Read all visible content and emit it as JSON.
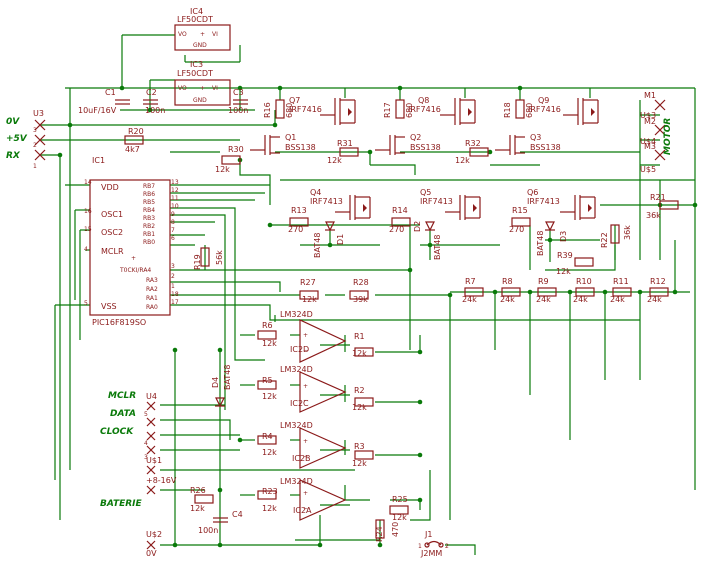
{
  "parts": {
    "ic4_ref": "IC4",
    "ic4_type": "LF50CDT",
    "ic3_ref": "IC3",
    "ic3_type": "LF50CDT",
    "c1_ref": "C1",
    "c1_value": "10uF/16V",
    "c2_ref": "C2",
    "c2_value": "100n",
    "c3_ref": "C3",
    "c3_value": "100n",
    "c4_ref": "C4",
    "c4_value": "100n",
    "r16_ref": "R16",
    "r16_value": "680",
    "r17_ref": "R17",
    "r17_value": "680",
    "r18_ref": "R18",
    "r18_value": "680",
    "q7_ref": "Q7",
    "q7_type": "IRF7416",
    "q8_ref": "Q8",
    "q8_type": "IRF7416",
    "q9_ref": "Q9",
    "q9_type": "IRF7416",
    "q1_ref": "Q1",
    "q1_type": "BSS138",
    "q2_ref": "Q2",
    "q2_type": "BSS138",
    "q3_ref": "Q3",
    "q3_type": "BSS138",
    "r30_ref": "R30",
    "r30_value": "12k",
    "r31_ref": "R31",
    "r31_value": "12k",
    "r32_ref": "R32",
    "r32_value": "12k",
    "r20_ref": "R20",
    "r20_value": "4k7",
    "q4_ref": "Q4",
    "q4_type": "IRF7413",
    "q5_ref": "Q5",
    "q5_type": "IRF7413",
    "q6_ref": "Q6",
    "q6_type": "IRF7413",
    "r13_ref": "R13",
    "r13_value": "270",
    "r14_ref": "R14",
    "r14_value": "270",
    "r15_ref": "R15",
    "r15_value": "270",
    "d1_ref": "D1",
    "d1_type": "BAT48",
    "d2_ref": "D2",
    "d2_type": "BAT48",
    "d3_ref": "D3",
    "d3_type": "BAT48",
    "d4_ref": "D4",
    "d4_type": "BAT48",
    "r22_ref": "R22",
    "r22_value": "36k",
    "r21_ref": "R21",
    "r21_value": "36k",
    "r39_ref": "R39",
    "r39_value": "12k",
    "ic1_ref": "IC1",
    "ic1_type": "PIC16F819SO",
    "r19_ref": "R19",
    "r19_value": "56k",
    "r27_ref": "R27",
    "r27_value": "12k",
    "r28_ref": "R28",
    "r28_value": "39k",
    "r7_ref": "R7",
    "r7_value": "24k",
    "r8_ref": "R8",
    "r8_value": "24k",
    "r9_ref": "R9",
    "r9_value": "24k",
    "r10_ref": "R10",
    "r10_value": "24k",
    "r11_ref": "R11",
    "r11_value": "24k",
    "r12_ref": "R12",
    "r12_value": "24k",
    "ic2d_ref": "IC2D",
    "ic2d_type": "LM324D",
    "ic2c_ref": "IC2C",
    "ic2c_type": "LM324D",
    "ic2b_ref": "IC2B",
    "ic2b_type": "LM324D",
    "ic2a_ref": "IC2A",
    "ic2a_type": "LM324D",
    "r6_ref": "R6",
    "r6_value": "12k",
    "r5_ref": "R5",
    "r5_value": "12k",
    "r4_ref": "R4",
    "r4_value": "12k",
    "r23_ref": "R23",
    "r23_value": "12k",
    "r1_ref": "R1",
    "r1_value": "12k",
    "r2_ref": "R2",
    "r2_value": "12k",
    "r3_ref": "R3",
    "r3_value": "12k",
    "r25_ref": "R25",
    "r25_value": "12k",
    "r24_ref": "R24",
    "r24_value": "470",
    "r26_ref": "R26",
    "r26_value": "12k",
    "j1_ref": "J1",
    "j1_type": "J2MM"
  },
  "connectors": {
    "u3_ref": "U3",
    "m1": "M1",
    "m2": "M2",
    "m3": "M3",
    "u3_3": "U$3",
    "u4_4": "U$4",
    "u5_5": "U$5",
    "u4_ref": "U4",
    "us1_ref": "U$1",
    "supply_label": "+8-16V",
    "us2_ref": "U$2",
    "gnd_label": "0V"
  },
  "nets": {
    "zero_v": "0V",
    "plus5v": "+5V",
    "rx": "RX",
    "motor": "MOTOR",
    "mclr": "MCLR",
    "data": "DATA",
    "clock": "CLOCK",
    "baterie": "BATERIE"
  }
}
